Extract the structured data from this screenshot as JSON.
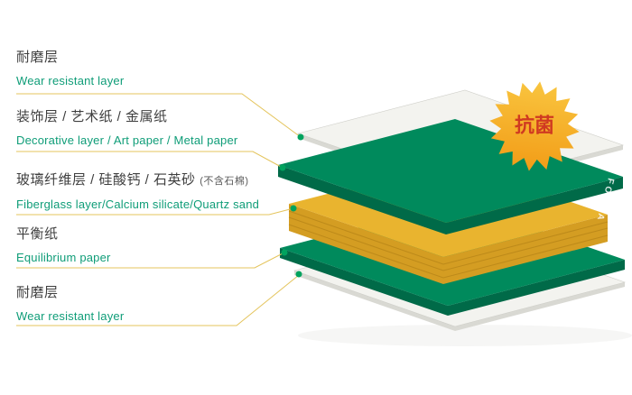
{
  "colors": {
    "accent_green": "#008a5c",
    "accent_green_dark": "#006a48",
    "gold": "#e9b42f",
    "gold_side": "#d49d22",
    "gold_stripe": "#bd8a1a",
    "sheet_white": "#f3f3ef",
    "sheet_white_side": "#d9d9d3",
    "sheet_white_edge": "#cfcfc9",
    "leader_line": "#e4c45c",
    "dot_green": "#00a35e",
    "badge_orange_light": "#f9c53f",
    "badge_orange": "#f29c17",
    "badge_text_red": "#d03a21",
    "english_text": "#0f9d78",
    "chinese_text": "#3f3f3f",
    "shadow": "#ebebe8"
  },
  "labels": [
    {
      "zh": "耐磨层",
      "en": "Wear resistant layer"
    },
    {
      "zh": "装饰层 / 艺术纸 / 金属纸",
      "en": "Decorative layer / Art paper / Metal paper"
    },
    {
      "zh": "玻璃纤维层 / 硅酸钙 / 石英砂",
      "zh_note": "(不含石棉)",
      "en": "Fiberglass layer/Calcium silicate/Quartz sand"
    },
    {
      "zh": "平衡纸",
      "en": "Equilibrium paper"
    },
    {
      "zh": "耐磨层",
      "en": "Wear resistant layer"
    }
  ],
  "badge": {
    "text": "抗菌"
  },
  "brand": {
    "text": "FORCA"
  }
}
